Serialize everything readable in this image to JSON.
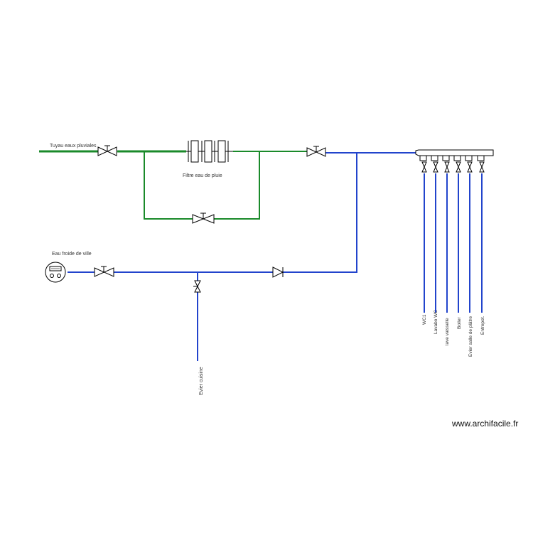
{
  "labels": {
    "rain_pipe": "Tuyau eaux pluviales",
    "rain_filter": "Filtre eau de pluie",
    "city_water": "Eau froide de ville",
    "kitchen_sink": "Evier cuisine"
  },
  "outlets": [
    {
      "label": "WC1"
    },
    {
      "label": "Lavabo WC"
    },
    {
      "label": "lave vaisselle"
    },
    {
      "label": "Boiler"
    },
    {
      "label": "Evier salle de plâtre"
    },
    {
      "label": "Entrepot."
    }
  ],
  "watermark": "www.archifacile.fr",
  "colors": {
    "rainwater_pipe": "#1a8a2a",
    "city_water_pipe": "#2244cc",
    "symbol_stroke": "#000000"
  }
}
